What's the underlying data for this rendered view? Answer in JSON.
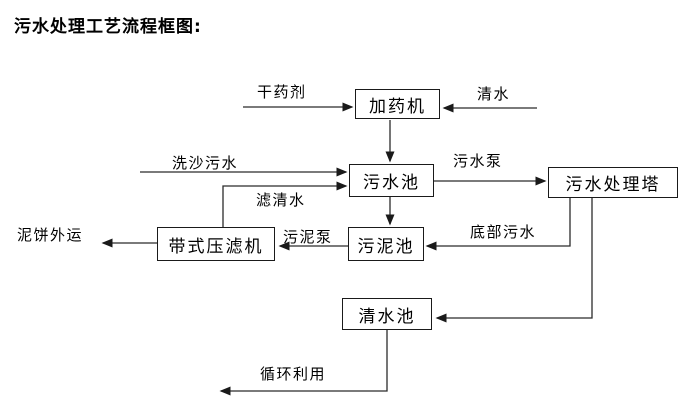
{
  "title": "污水处理工艺流程框图:",
  "nodes": {
    "dosing_machine": {
      "label": "加药机"
    },
    "sewage_pool": {
      "label": "污水池"
    },
    "treatment_tower": {
      "label": "污水处理塔"
    },
    "belt_filter_press": {
      "label": "带式压滤机"
    },
    "sludge_pool": {
      "label": "污泥池"
    },
    "clean_water_pool": {
      "label": "清水池"
    }
  },
  "edge_labels": {
    "dry_chemical": "干药剂",
    "clean_water": "清水",
    "sand_washing_sewage": "洗沙污水",
    "sewage_pump": "污水泵",
    "filtered_water": "滤清水",
    "sludge_pump": "污泥泵",
    "bottom_sewage": "底部污水",
    "mud_cake_out": "泥饼外运",
    "recycling": "循环利用"
  },
  "colors": {
    "line": "#2b2b2b",
    "text": "#000000",
    "background": "#ffffff",
    "node_border": "#1a1a1a"
  }
}
